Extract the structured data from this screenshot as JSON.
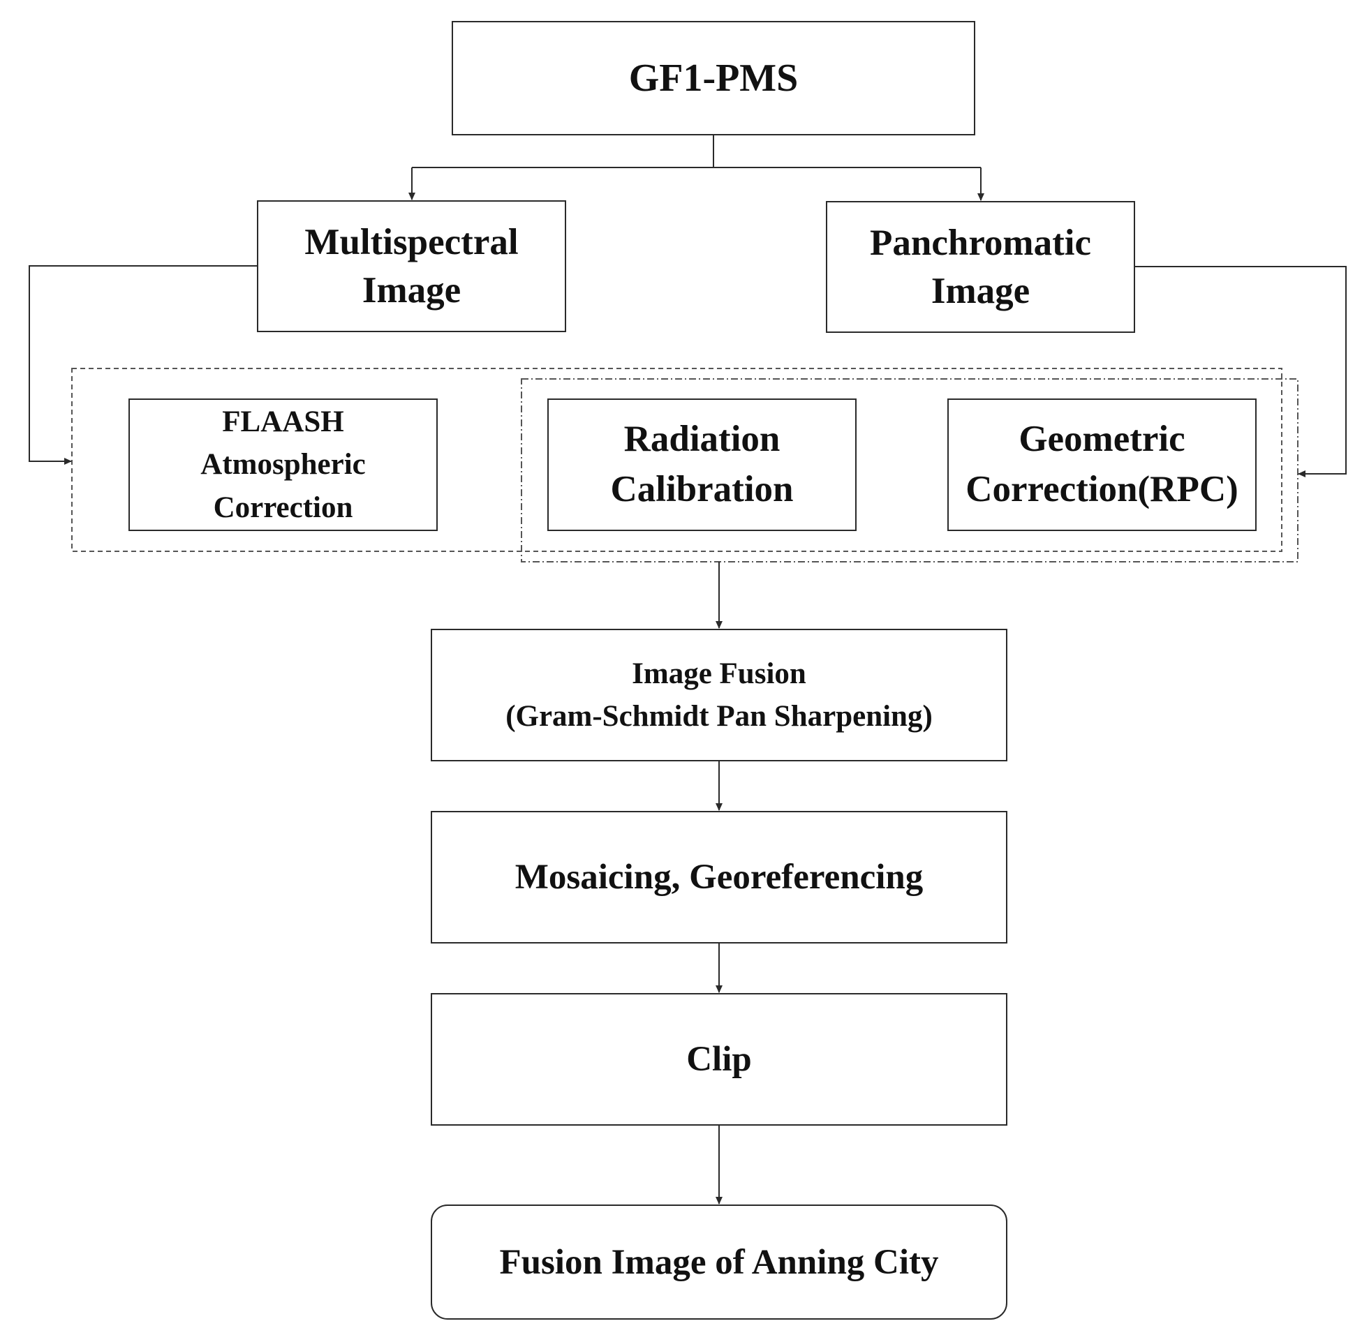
{
  "nodes": {
    "gf1": {
      "label": "GF1-PMS"
    },
    "multispectral": {
      "lines": [
        "Multispectral",
        "Image"
      ]
    },
    "panchromatic": {
      "lines": [
        "Panchromatic",
        "Image"
      ]
    },
    "flaash": {
      "lines": [
        "FLAASH",
        "Atmospheric",
        "Correction"
      ]
    },
    "radiation": {
      "lines": [
        "Radiation",
        "Calibration"
      ]
    },
    "geometric": {
      "lines": [
        "Geometric",
        "Correction(RPC)"
      ]
    },
    "fusion": {
      "lines": [
        "Image Fusion",
        "(Gram-Schmidt Pan Sharpening)"
      ]
    },
    "mosaic": {
      "label": "Mosaicing, Georeferencing"
    },
    "clip": {
      "label": "Clip"
    },
    "result": {
      "label": "Fusion Image of Anning City"
    }
  },
  "edges": [
    {
      "from": "gf1",
      "to": "multispectral"
    },
    {
      "from": "gf1",
      "to": "panchromatic"
    },
    {
      "from": "multispectral",
      "to": "multispectral-processing-group"
    },
    {
      "from": "panchromatic",
      "to": "panchromatic-processing-group"
    },
    {
      "from": "processing-groups",
      "to": "fusion"
    },
    {
      "from": "fusion",
      "to": "mosaic"
    },
    {
      "from": "mosaic",
      "to": "clip"
    },
    {
      "from": "clip",
      "to": "result"
    }
  ],
  "groups": {
    "multispectral_processing": {
      "members": [
        "flaash",
        "radiation",
        "geometric"
      ],
      "border": "dashed"
    },
    "panchromatic_processing": {
      "members": [
        "radiation",
        "geometric"
      ],
      "border": "dash-dot"
    }
  },
  "colors": {
    "line": "#2a2a2a",
    "text": "#111111",
    "background": "#ffffff"
  }
}
